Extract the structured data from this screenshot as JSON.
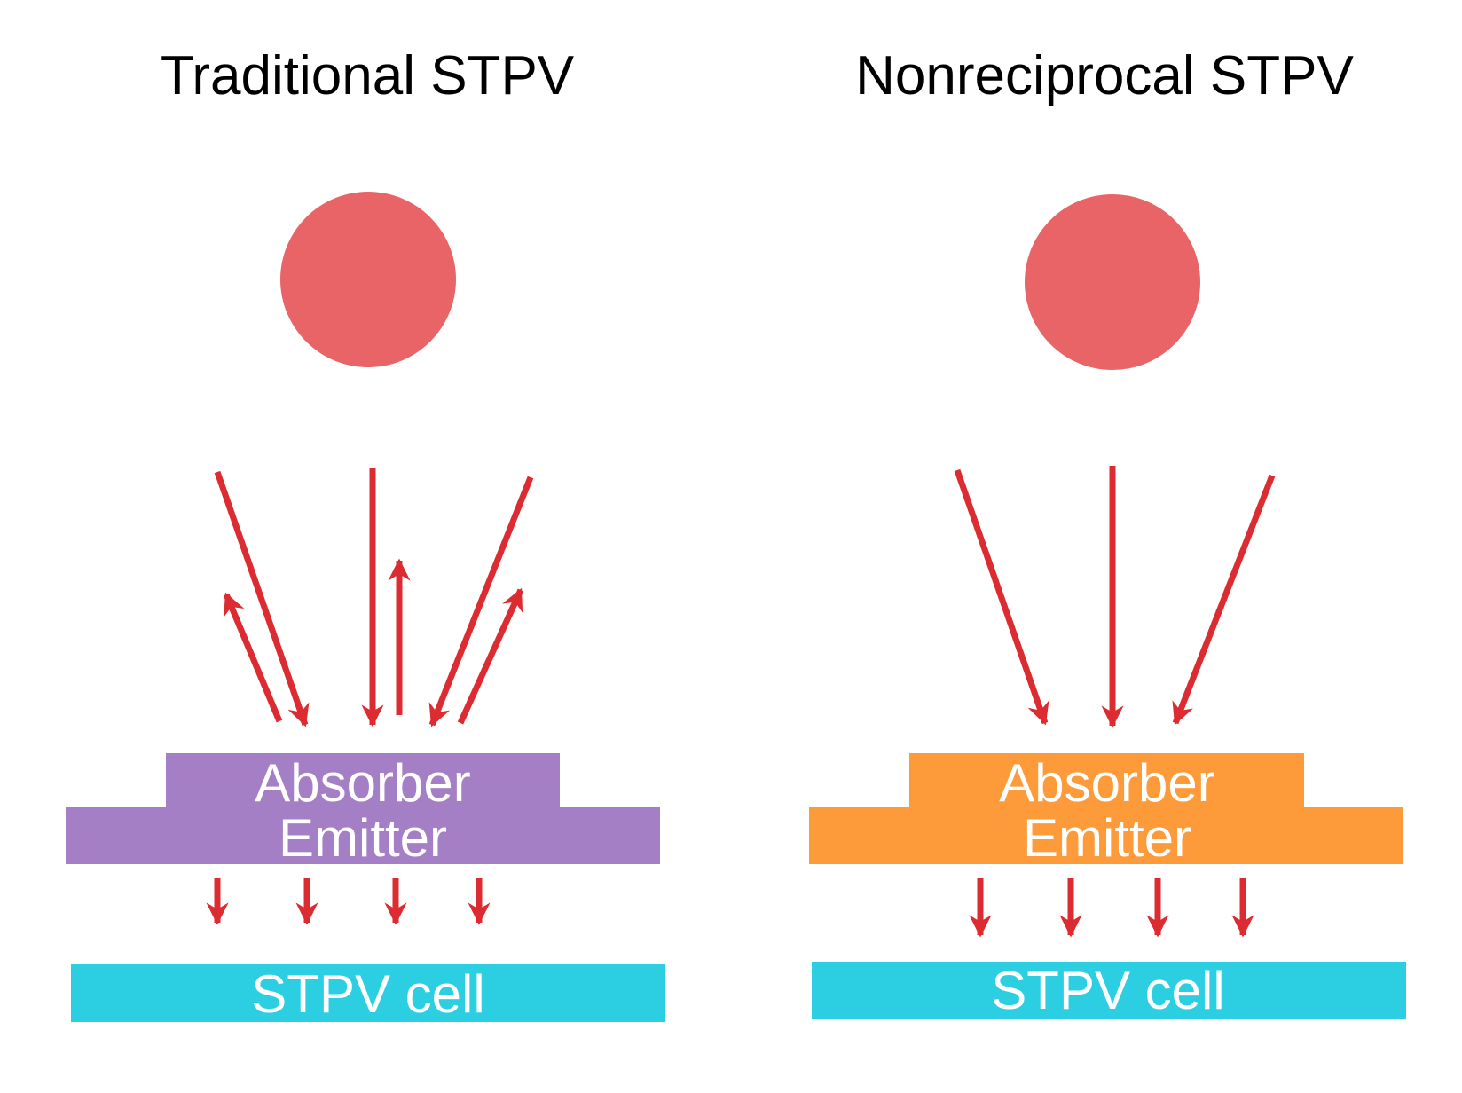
{
  "colors": {
    "sun": "#E96466",
    "arrow": "#DC2B31",
    "traditional_block": "#A47FC6",
    "nonreciprocal_block": "#FD9B3B",
    "cell": "#2CCFE2",
    "title_text": "#000000",
    "block_text": "#FFFFFF"
  },
  "panels": {
    "traditional": {
      "title": "Traditional STPV",
      "absorber_label": "Absorber",
      "emitter_label": "Emitter",
      "cell_label": "STPV cell"
    },
    "nonreciprocal": {
      "title": "Nonreciprocal STPV",
      "absorber_label": "Absorber",
      "emitter_label": "Emitter",
      "cell_label": "STPV cell"
    }
  }
}
